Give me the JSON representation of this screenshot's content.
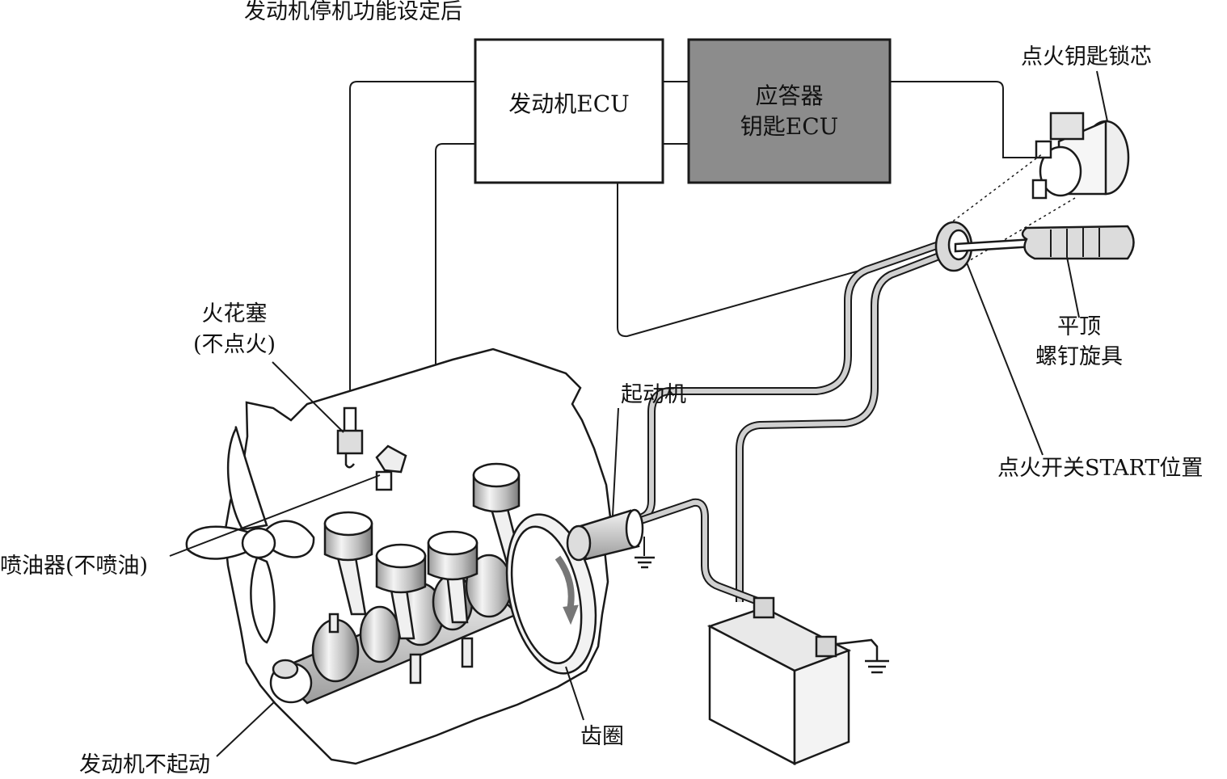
{
  "title": "发动机停机功能设定后",
  "boxes": {
    "engine_ecu": "发动机ECU",
    "transponder_line1": "应答器",
    "transponder_line2": "钥匙ECU"
  },
  "labels": {
    "key_cylinder": "点火钥匙锁芯",
    "spark_plug_line1": "火花塞",
    "spark_plug_line2": "(不点火)",
    "starter": "起动机",
    "screwdriver_line1": "平顶",
    "screwdriver_line2": "螺钉旋具",
    "ignition_start": "点火开关START位置",
    "injector": "喷油器(不喷油)",
    "ring_gear": "齿圈",
    "engine_no_start": "发动机不起动"
  },
  "colors": {
    "transponder_fill": "#8c8c8c",
    "line": "#1a1a1a",
    "part_fill": "#ffffff",
    "shade": "#cfcfcf"
  },
  "icons": [
    "ground-icon",
    "battery-icon",
    "key-cylinder-icon",
    "screwdriver-icon",
    "spark-plug-icon",
    "injector-icon",
    "piston-icon",
    "starter-icon",
    "flywheel-icon"
  ]
}
